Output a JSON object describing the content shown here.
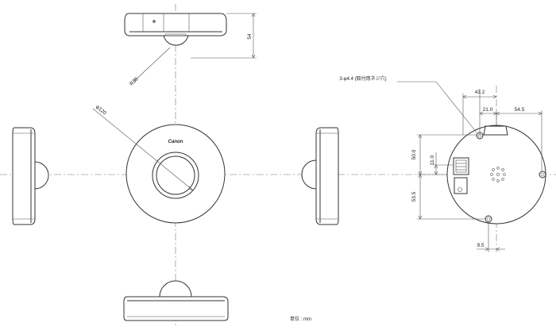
{
  "labels": {
    "logo": "Canon",
    "unit": "単位 : mm"
  },
  "dimensions": {
    "height": "54",
    "radius": "R35",
    "diameter": "φ120",
    "screw": "3-φ4.4 (取付用ネジ穴)",
    "d43_2": "43.2",
    "d21_0": "21.0",
    "d54_5": "54.5",
    "d50_0": "50.0",
    "d11_0": "11.0",
    "d53_5": "53.5",
    "d9_5": "9.5"
  }
}
